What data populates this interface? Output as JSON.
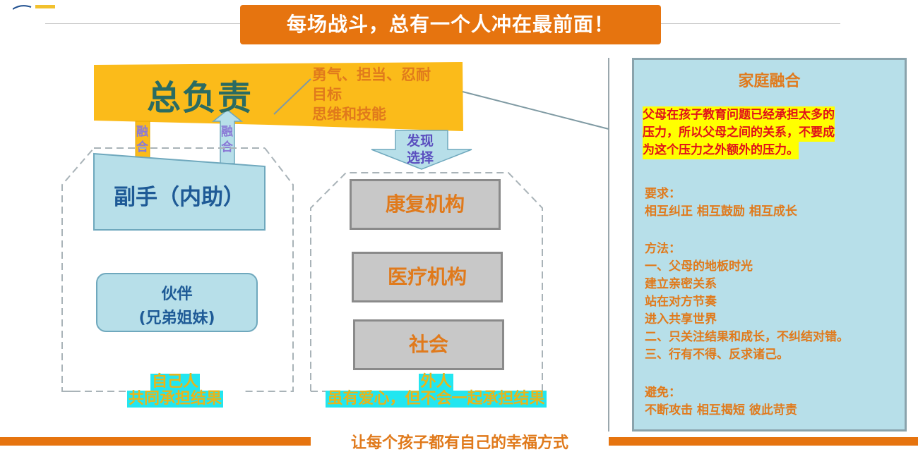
{
  "header": {
    "title": "每场战斗，总有一个人冲在最前面！"
  },
  "leader": {
    "label": "总负责",
    "traits": [
      "勇气、担当、忍耐",
      "目标",
      "思维和技能"
    ]
  },
  "arrows": {
    "merge_left": "融合",
    "merge_right": "融合",
    "discover": [
      "发现",
      "选择"
    ]
  },
  "left_group": {
    "deputy": "副手（内助）",
    "partner_line1": "伙伴",
    "partner_line2": "(兄弟姐妹)",
    "caption_line1": "自己人",
    "caption_line2": "共同承担结果"
  },
  "right_group": {
    "items": [
      "康复机构",
      "医疗机构",
      "社会"
    ],
    "caption_line1": "外人",
    "caption_line2": "虽有爱心，但不会一起承担结果"
  },
  "panel": {
    "title": "家庭融合",
    "highlight_lines": [
      "父母在孩子教育问题已经承担太多的",
      "压力，所以父母之间的关系，不要成",
      "为这个压力之外额外的压力。"
    ],
    "req_title": "要求：",
    "req_items": "相互纠正 相互鼓励 相互成长",
    "method_title": "方法：",
    "method_lines": [
      "一、父母的地板时光",
      "建立亲密关系",
      "站在对方节奏",
      "进入共享世界",
      "二、只关注结果和成长，不纠结对错。",
      "三、行有不得、反求诸己。"
    ],
    "avoid_title": "避免：",
    "avoid_items": "不断攻击 相互揭短 彼此苛责"
  },
  "footer": {
    "slogan": "让每个孩子都有自己的幸福方式"
  },
  "colors": {
    "orange": "#e6740f",
    "yellow": "#fbbb1a",
    "light_blue": "#b7dfe9",
    "grey": "#c8c8c8",
    "cyan": "#22e6f0",
    "red_text": "#e0101a",
    "highlight_yellow": "#ffff00"
  }
}
